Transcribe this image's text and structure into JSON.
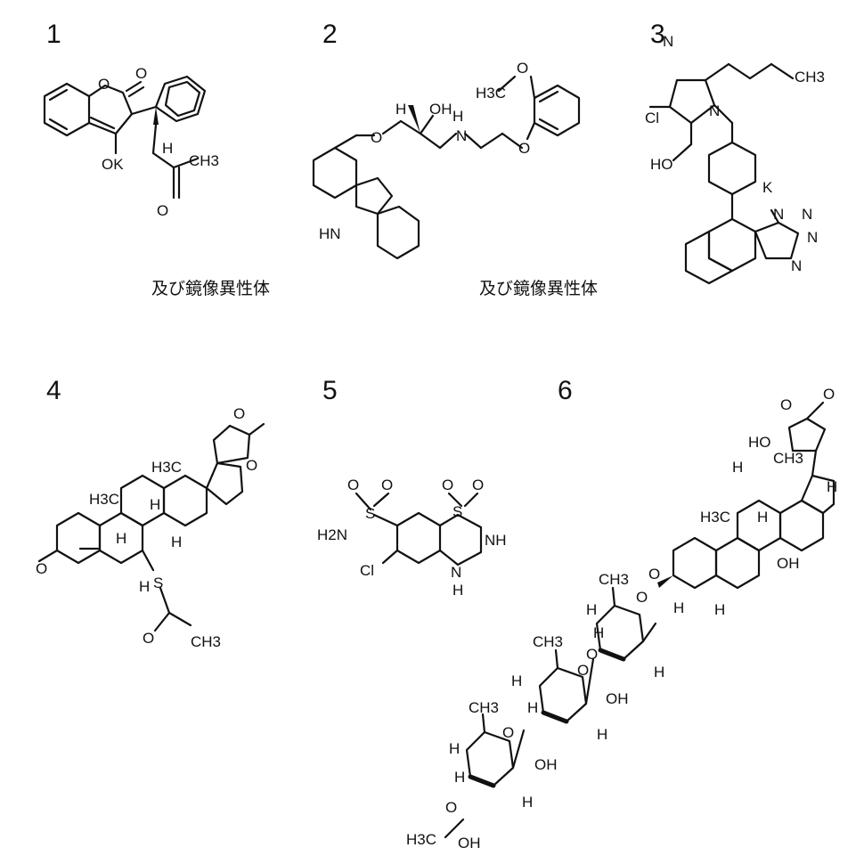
{
  "compounds": [
    {
      "number": "1",
      "caption": "及び鏡像異性体",
      "atoms": [
        "O",
        "O",
        "OK",
        "H",
        "CH3",
        "O"
      ]
    },
    {
      "number": "2",
      "caption": "及び鏡像異性体",
      "atoms": [
        "H",
        "OH",
        "O",
        "H",
        "N",
        "H3C",
        "O",
        "O",
        "HN"
      ]
    },
    {
      "number": "3",
      "caption": "",
      "atoms": [
        "N",
        "CH3",
        "Cl",
        "N",
        "HO",
        "K",
        "N",
        "N",
        "N",
        "N"
      ]
    },
    {
      "number": "4",
      "caption": "",
      "atoms": [
        "O",
        "O",
        "H3C",
        "H3C",
        "H",
        "H",
        "H",
        "O",
        "H",
        "S",
        "O",
        "CH3"
      ]
    },
    {
      "number": "5",
      "caption": "",
      "atoms": [
        "O",
        "O",
        "O",
        "O",
        "S",
        "S",
        "H2N",
        "NH",
        "Cl",
        "N",
        "H"
      ]
    },
    {
      "number": "6",
      "caption": "",
      "atoms": [
        "O",
        "O",
        "HO",
        "H",
        "CH3",
        "H",
        "H3C",
        "H",
        "OH",
        "O",
        "H",
        "H",
        "CH3",
        "H",
        "H",
        "O",
        "O",
        "H",
        "OH",
        "CH3",
        "H",
        "H",
        "O",
        "OH",
        "H",
        "CH3",
        "H",
        "H",
        "O",
        "H",
        "H3C",
        "O",
        "OH"
      ]
    }
  ]
}
